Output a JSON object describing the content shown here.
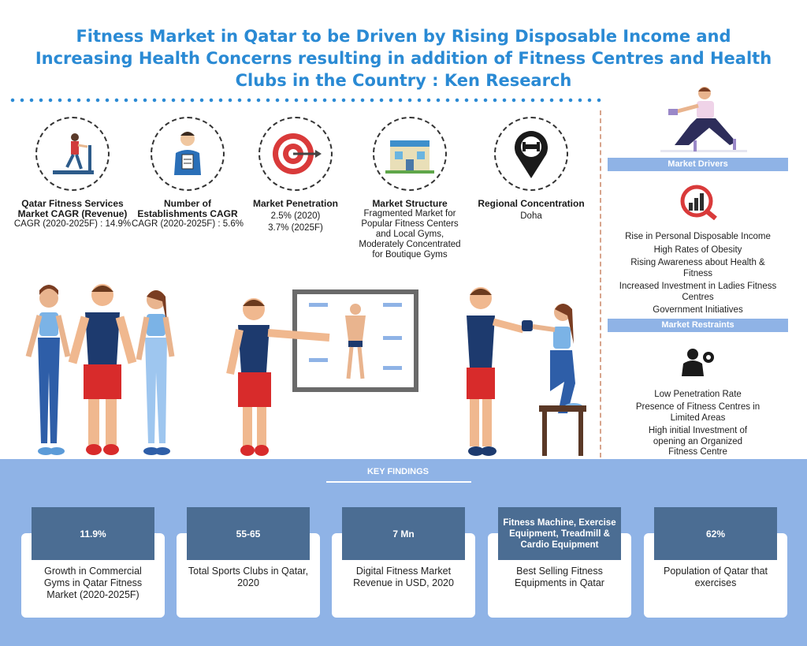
{
  "title": "Fitness Market in Qatar to be Driven by Rising Disposable Income and Increasing Health Concerns resulting in addition of Fitness Centres and Health Clubs in the Country : Ken Research",
  "stats": [
    {
      "icon": "treadmill-icon",
      "label": "Qatar Fitness Services Market CAGR (Revenue)",
      "value": "CAGR (2020-2025F) : 14.9%"
    },
    {
      "icon": "trainer-icon",
      "label": "Number of Establishments CAGR",
      "value": "CAGR (2020-2025F) : 5.6%"
    },
    {
      "icon": "target-icon",
      "label": "Market Penetration",
      "value": "2.5% (2020)",
      "value2": "3.7% (2025F)"
    },
    {
      "icon": "gym-building-icon",
      "label": "Market Structure",
      "value": "Fragmented Market for Popular Fitness Centers and Local Gyms, Moderately Concentrated for Boutique Gyms"
    },
    {
      "icon": "location-pin-icon",
      "label": "Regional Concentration",
      "value": "Doha"
    }
  ],
  "drivers": {
    "heading": "Market Drivers",
    "items": [
      "Rise in Personal Disposable Income",
      "High Rates of Obesity",
      "Rising Awareness about Health & Fitness",
      "Increased Investment in Ladies Fitness Centres",
      "Government Initiatives"
    ]
  },
  "restraints": {
    "heading": "Market Restraints",
    "items": [
      "Low Penetration Rate",
      "Presence of Fitness Centres in Limited Areas",
      "High initial Investment of opening an Organized Fitness Centre"
    ]
  },
  "key_findings": {
    "heading": "KEY FINDINGS",
    "items": [
      {
        "value": "11.9%",
        "desc": "Growth in Commercial Gyms in Qatar Fitness Market (2020-2025F)"
      },
      {
        "value": "55-65",
        "desc": "Total Sports Clubs in Qatar, 2020"
      },
      {
        "value": "7 Mn",
        "desc": "Digital Fitness Market Revenue in USD, 2020"
      },
      {
        "value": "Fitness Machine, Exercise Equipment, Treadmill & Cardio Equipment",
        "desc": "Best Selling Fitness Equipments in Qatar"
      },
      {
        "value": "62%",
        "desc": "Population of Qatar that exercises"
      }
    ]
  },
  "colors": {
    "title": "#2a8ad4",
    "band": "#8fb3e6",
    "box": "#4b6d93"
  }
}
